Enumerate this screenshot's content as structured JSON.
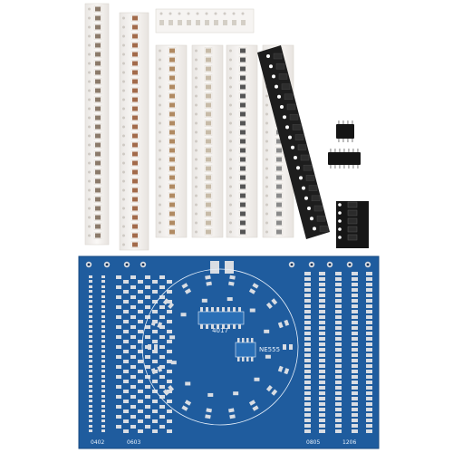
{
  "scene": {
    "background": "#ffffff",
    "tape_color": "#f4f2f0",
    "black_tape_color": "#1d1d1d",
    "pcb_color": "#1f5c9e",
    "pad_color": "#d9dde3"
  },
  "pcb": {
    "chip_label": "NE555",
    "ic_label": "4017",
    "size_labels": [
      "0402",
      "0603",
      "0805",
      "1206"
    ],
    "marking": "NE555"
  }
}
